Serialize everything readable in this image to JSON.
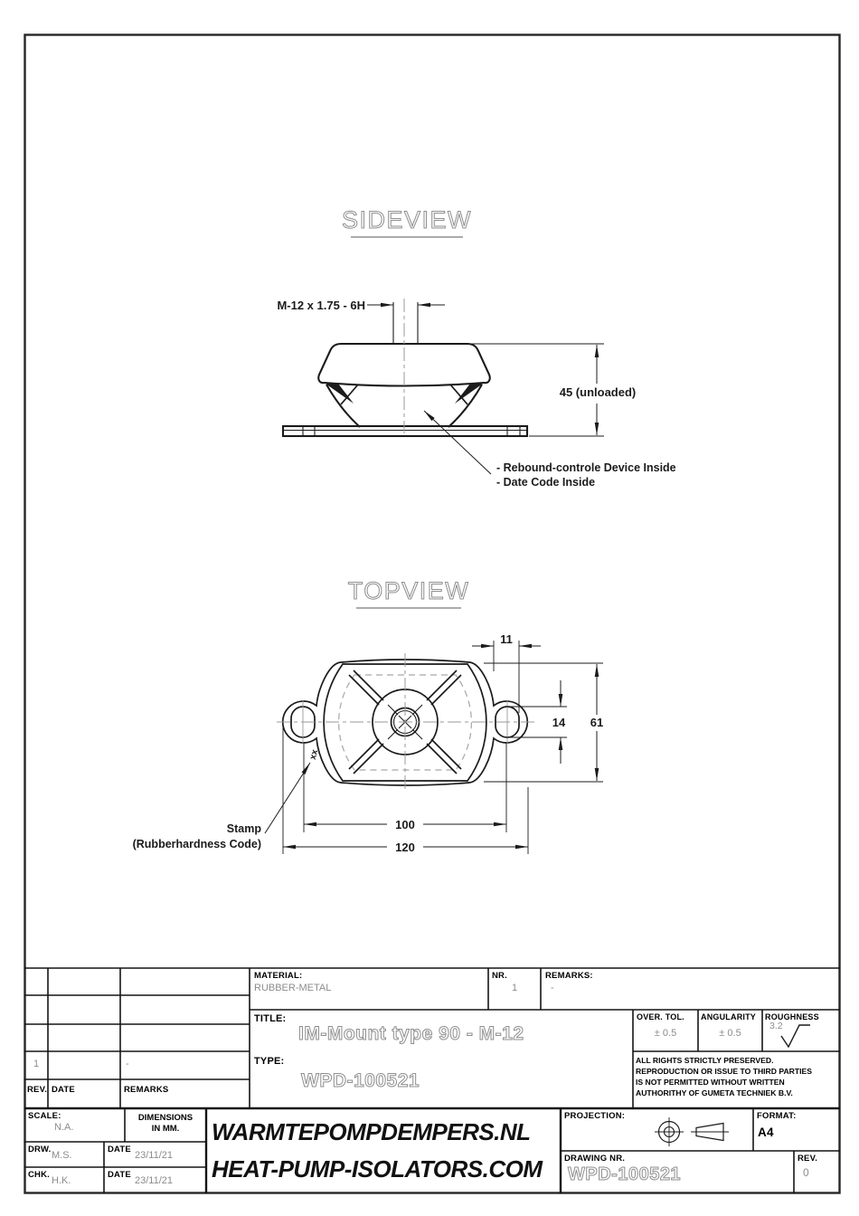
{
  "drawing": {
    "side_view": {
      "title": "SIDEVIEW",
      "thread_label": "M-12 x 1.75 - 6H",
      "height_dim": "45 (unloaded)",
      "note_line1": "- Rebound-controle Device Inside",
      "note_line2": "- Date Code Inside"
    },
    "top_view": {
      "title": "TOPVIEW",
      "dim_hole_width": "11",
      "dim_hole_height": "14",
      "dim_body_width": "61",
      "dim_hole_centers": "100",
      "dim_overall_length": "120",
      "stamp_mark": "xx",
      "stamp_note_line1": "Stamp",
      "stamp_note_line2": "(Rubberhardness Code)"
    }
  },
  "title_block": {
    "revision_table": {
      "header_rev": "REV.",
      "header_date": "DATE",
      "header_remarks": "REMARKS",
      "row_rev": "1",
      "row_date": "",
      "row_remarks": "-"
    },
    "material_label": "MATERIAL:",
    "material_value": "RUBBER-METAL",
    "nr_label": "NR.",
    "nr_value": "1",
    "remarks_label": "REMARKS:",
    "remarks_value": "-",
    "title_label": "TITLE:",
    "title_value": "IM-Mount type 90 - M-12",
    "type_label": "TYPE:",
    "type_value": "WPD-100521",
    "over_tol_label": "OVER. TOL.",
    "over_tol_value": "± 0.5",
    "angularity_label": "ANGULARITY",
    "angularity_value": "± 0.5",
    "roughness_label": "ROUGHNESS",
    "roughness_value": "3.2",
    "legal_line1": "ALL RIGHTS STRICTLY PRESERVED.",
    "legal_line2": "REPRODUCTION OR ISSUE TO THIRD PARTIES",
    "legal_line3": "IS NOT PERMITTED WITHOUT WRITTEN",
    "legal_line4": "AUTHORITHY OF GUMETA TECHNIEK B.V.",
    "scale_label": "SCALE:",
    "scale_value": "N.A.",
    "dimensions_label_line1": "DIMENSIONS",
    "dimensions_label_line2": "IN MM.",
    "drw_label": "DRW.",
    "drw_value": "M.S.",
    "drw_date_label": "DATE",
    "drw_date_value": "23/11/21",
    "chk_label": "CHK.",
    "chk_value": "H.K.",
    "chk_date_label": "DATE",
    "chk_date_value": "23/11/21",
    "company_line1": "WARMTEPOMPDEMPERS.NL",
    "company_line2": "HEAT-PUMP-ISOLATORS.COM",
    "projection_label": "PROJECTION:",
    "format_label": "FORMAT:",
    "format_value": "A4",
    "drawing_nr_label": "DRAWING NR.",
    "drawing_nr_value": "WPD-100521",
    "rev_label": "REV.",
    "rev_value": "0"
  },
  "colors": {
    "line": "#1b1b1b",
    "value_gray": "#8c8c8c",
    "outline_gray": "#8f8f8f",
    "centerline_gray": "#9a9a9a"
  }
}
